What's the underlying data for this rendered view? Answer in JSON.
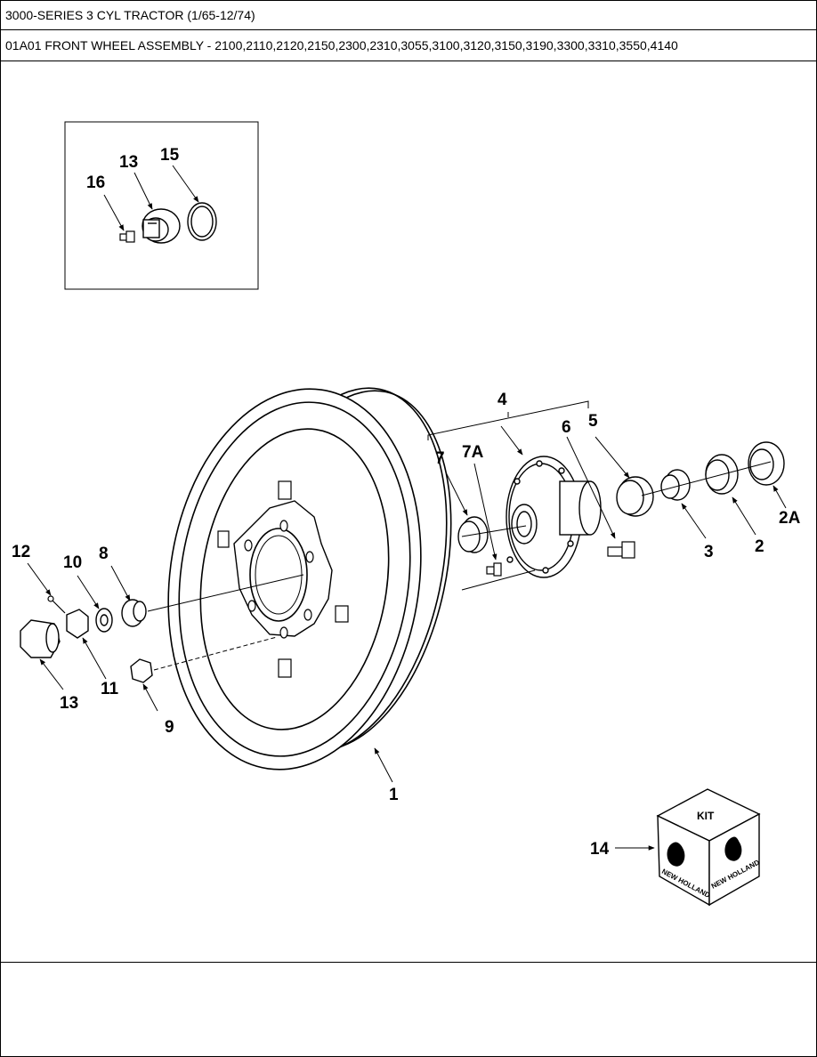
{
  "header": {
    "series_title": "3000-SERIES 3 CYL TRACTOR (1/65-12/74)",
    "assembly_title": "01A01 FRONT WHEEL ASSEMBLY - 2100,2110,2120,2150,2300,2310,3055,3100,3120,3150,3190,3300,3310,3550,4140"
  },
  "inset": {
    "callouts": {
      "c13": "13",
      "c15": "15",
      "c16": "16"
    }
  },
  "callouts": {
    "c1": "1",
    "c2": "2",
    "c2a": "2A",
    "c3": "3",
    "c4": "4",
    "c5": "5",
    "c6": "6",
    "c7": "7",
    "c7a": "7A",
    "c8": "8",
    "c9": "9",
    "c10": "10",
    "c11": "11",
    "c12": "12",
    "c13": "13",
    "c14": "14"
  },
  "kit": {
    "label": "KIT",
    "brand_left": "NEW HOLLAND",
    "brand_right": "NEW HOLLAND"
  }
}
